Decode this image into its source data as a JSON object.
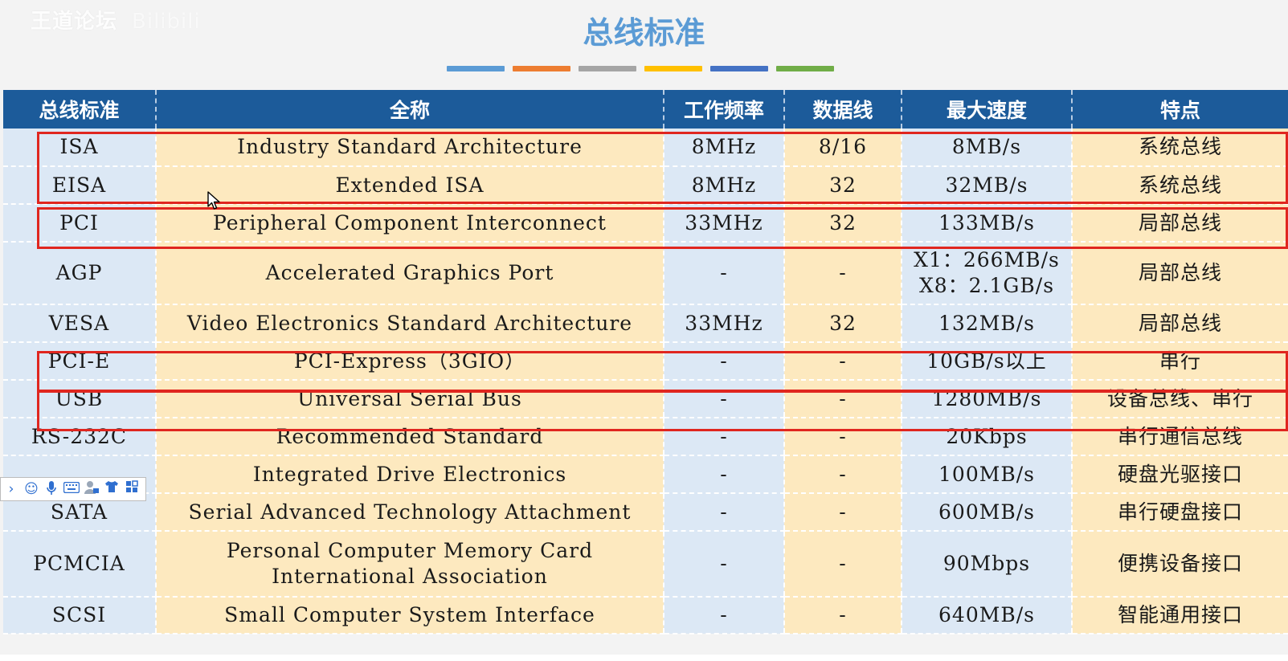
{
  "watermark": {
    "text": "王道论坛",
    "ghost": "Bilibili"
  },
  "title": "总线标准",
  "color_bars": [
    "#5b9bd5",
    "#ed7d31",
    "#a5a5a5",
    "#ffc000",
    "#4472c4",
    "#70ad47"
  ],
  "table": {
    "headers": [
      "总线标准",
      "全称",
      "工作频率",
      "数据线",
      "最大速度",
      "特点"
    ],
    "rows": [
      {
        "std": "ISA",
        "full": "Industry Standard Architecture",
        "freq": "8MHz",
        "data": "8/16",
        "speed": "8MB/s",
        "feature": "系统总线"
      },
      {
        "std": "EISA",
        "full": "Extended ISA",
        "freq": "8MHz",
        "data": "32",
        "speed": "32MB/s",
        "feature": "系统总线"
      },
      {
        "std": "PCI",
        "full": "Peripheral Component Interconnect",
        "freq": "33MHz",
        "data": "32",
        "speed": "133MB/s",
        "feature": "局部总线"
      },
      {
        "std": "AGP",
        "full": "Accelerated Graphics Port",
        "freq": "-",
        "data": "-",
        "speed": "X1：266MB/s",
        "speed2": "X8：2.1GB/s",
        "feature": "局部总线"
      },
      {
        "std": "VESA",
        "full": "Video Electronics Standard Architecture",
        "freq": "33MHz",
        "data": "32",
        "speed": "132MB/s",
        "feature": "局部总线"
      },
      {
        "std": "PCI-E",
        "full": "PCI-Express（3GIO）",
        "freq": "-",
        "data": "-",
        "speed": "10GB/s以上",
        "feature": "串行"
      },
      {
        "std": "USB",
        "full": "Universal Serial Bus",
        "freq": "-",
        "data": "-",
        "speed": "1280MB/s",
        "feature": "设备总线、串行"
      },
      {
        "std": "RS-232C",
        "full": "Recommended Standard",
        "freq": "-",
        "data": "-",
        "speed": "20Kbps",
        "feature": "串行通信总线"
      },
      {
        "std": "",
        "full": "Integrated Drive Electronics",
        "freq": "-",
        "data": "-",
        "speed": "100MB/s",
        "feature": "硬盘光驱接口"
      },
      {
        "std": "SATA",
        "full": "Serial Advanced Technology Attachment",
        "freq": "-",
        "data": "-",
        "speed": "600MB/s",
        "feature": "串行硬盘接口"
      },
      {
        "std": "PCMCIA",
        "full": "Personal Computer Memory Card",
        "full2": "International Association",
        "freq": "-",
        "data": "-",
        "speed": "90Mbps",
        "feature": "便携设备接口"
      },
      {
        "std": "SCSI",
        "full": "Small Computer System Interface",
        "freq": "-",
        "data": "-",
        "speed": "640MB/s",
        "feature": "智能通用接口"
      }
    ]
  },
  "toolbar": {
    "icons": [
      "chevron-icon",
      "emoji-icon",
      "microphone-icon",
      "keyboard-icon",
      "user-settings-icon",
      "shirt-icon",
      "grid-icon"
    ]
  },
  "highlight_color": "#e0261f"
}
